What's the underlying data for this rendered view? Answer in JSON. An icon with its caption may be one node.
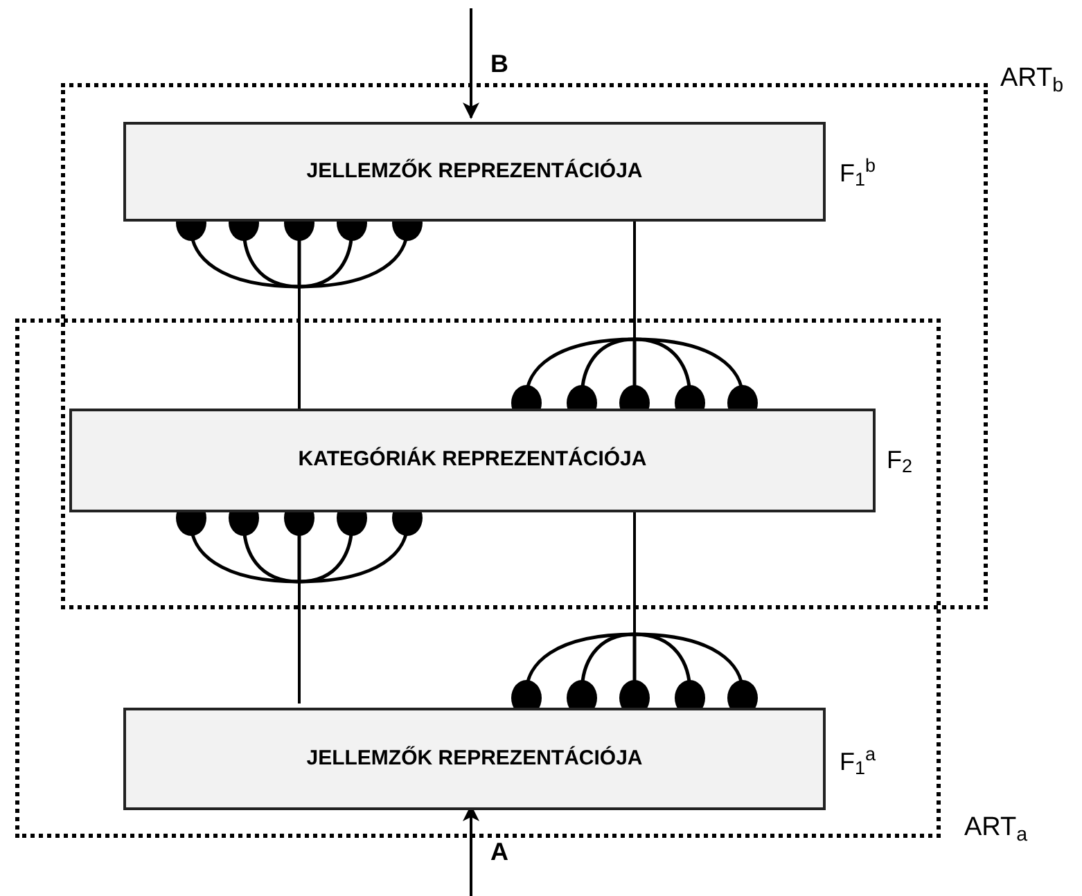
{
  "diagram": {
    "nodes": [
      {
        "text": [
          "ART$_{b}$"
        ]
      },
      {
        "text": [
          "ART$_{a}$"
        ]
      },
      {
        "text": [
          "JELLEMZŐK REPREZENTÁCIÓJA"
        ],
        "beside": [
          "F$_{1}$$^{b}$"
        ],
        "in": 0
      },
      {
        "text": [
          "KATEGÓRIÁK REPREZENTÁCIÓJA"
        ],
        "beside": [
          "F$_{2}$"
        ]
      },
      {
        "text": [
          "JELLEMZŐK REPREZENTÁCIÓJA"
        ],
        "beside": [
          "F$_{1}$$^{a}$"
        ],
        "in": 1
      }
    ],
    "edges": [
      {
        "from": null,
        "to": 2,
        "arrow": "to",
        "label": "B"
      },
      {
        "from": null,
        "to": 4,
        "arrow": "to",
        "label": "A"
      },
      {
        "from": 2,
        "to": 3,
        "arrow": "other"
      },
      {
        "from": 3,
        "to": 2,
        "arrow": "other"
      },
      {
        "from": 3,
        "to": 4,
        "arrow": "other"
      },
      {
        "from": 4,
        "to": 3,
        "arrow": "other"
      }
    ]
  }
}
